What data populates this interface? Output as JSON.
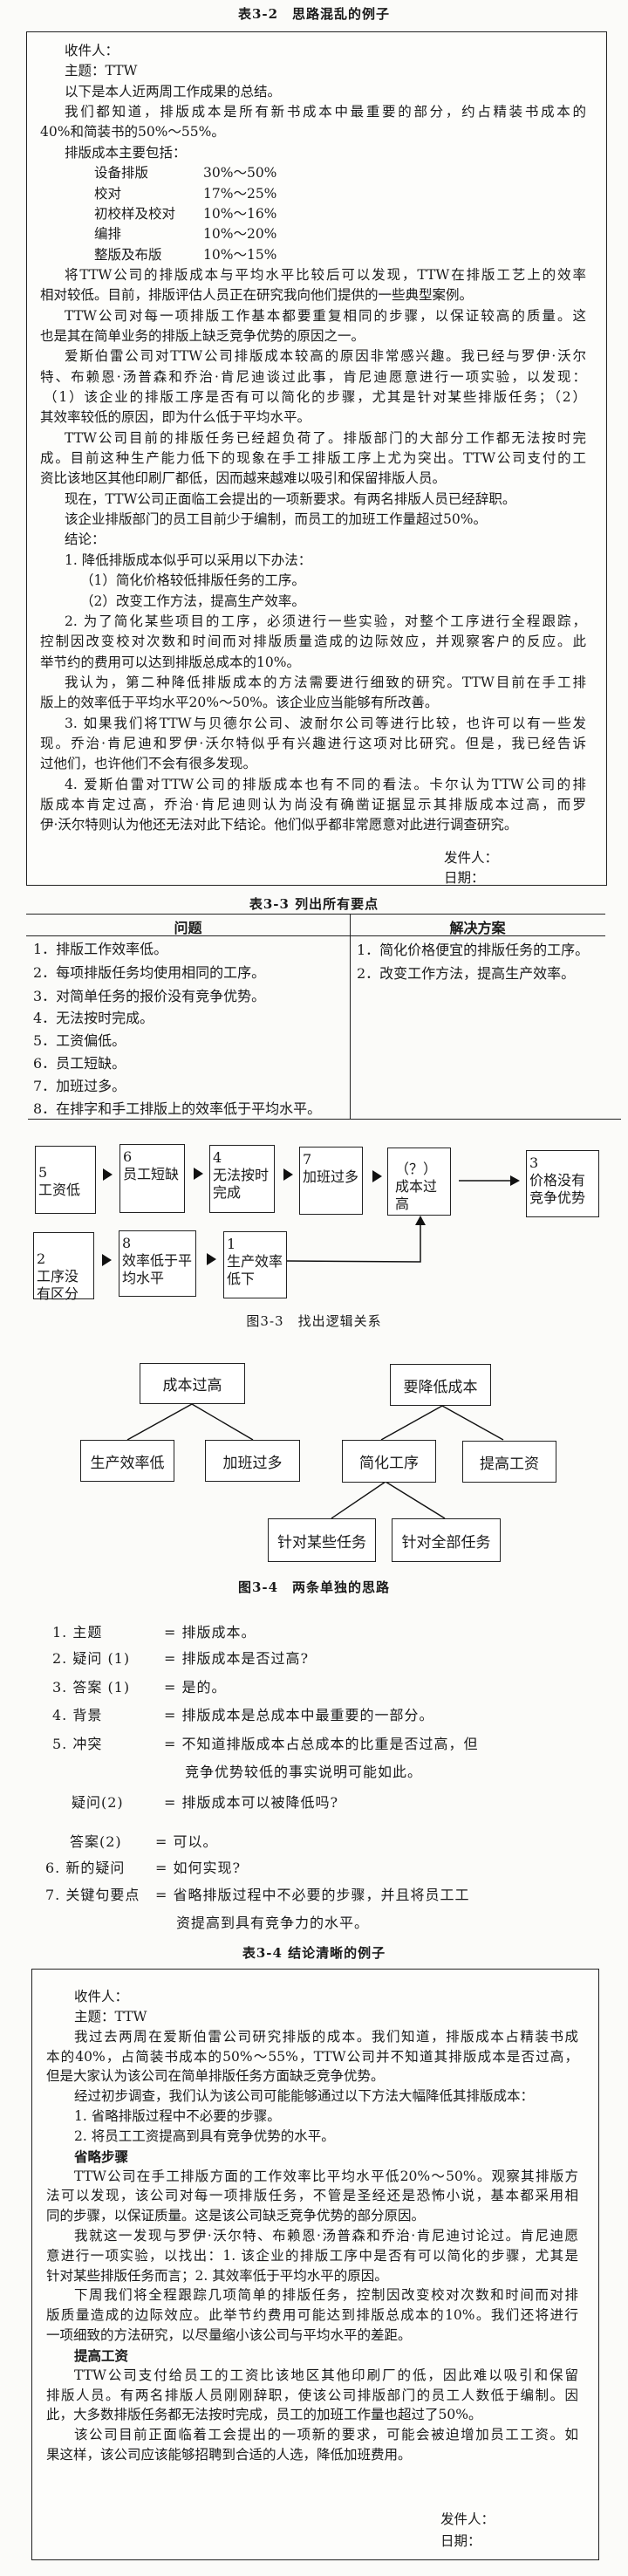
{
  "table_3_2": {
    "caption": "表3-2　思路混乱的例子",
    "lines": [
      "收件人：",
      "主题：TTW",
      "以下是本人近两周工作成果的总结。",
      "我们都知道，排版成本是所有新书成本中最重要的部分，约占精装书成本的",
      "40%和简装书的50%～55%。",
      "排版成本主要包括：",
      "",
      "",
      "",
      "",
      "",
      "将TTW公司的排版成本与平均水平比较后可以发现，TTW在排版工艺上的效率",
      "相对较低。目前，排版评估人员正在研究我向他们提供的一些典型案例。",
      "TTW公司对每一项排版工作基本都要重复相同的步骤，以保证较高的质量。这",
      "也是其在简单业务的排版上缺乏竞争优势的原因之一。",
      "爱斯伯雷公司对TTW公司排版成本较高的原因非常感兴趣。我已经与罗伊·沃尔",
      "特、布赖恩·汤普森和乔治·肯尼迪谈过此事，肯尼迪愿意进行一项实验，以发现：",
      "（1）该企业的排版工序是否有可以简化的步骤，尤其是针对某些排版任务；（2）",
      "其效率较低的原因，即为什么低于平均水平。",
      "TTW公司目前的排版任务已经超负荷了。排版部门的大部分工作都无法按时完",
      "成。目前这种生产能力低下的现象在手工排版工序上尤为突出。TTW公司支付的工",
      "资比该地区其他印刷厂都低，因而越来越难以吸引和保留排版人员。",
      "现在，TTW公司正面临工会提出的一项新要求。有两名排版人员已经辞职。",
      "该企业排版部门的员工目前少于编制，而员工的加班工作量超过50%。",
      "结论：",
      "1. 降低排版成本似乎可以采用以下办法：",
      "（1）简化价格较低排版任务的工序。",
      "（2）改变工作方法，提高生产效率。",
      "2. 为了简化某些项目的工序，必须进行一些实验，对整个工序进行全程跟踪，",
      "控制因改变校对次数和时间而对排版质量造成的边际效应，并观察客户的反应。此",
      "举节约的费用可以达到排版总成本的10%。",
      "我认为，第二种降低排版成本的方法需要进行细致的研究。TTW目前在手工排",
      "版上的效率低于平均水平20%～50%。该企业应当能够有所改善。",
      "3. 如果我们将TTW与贝德尔公司、波耐尔公司等进行比较，也许可以有一些发",
      "现。乔治·肯尼迪和罗伊·沃尔特似乎有兴趣进行这项对比研究。但是，我已经告诉",
      "过他们，也许他们不会有很多发现。",
      "4. 爱斯伯雷对TTW公司的排版成本也有不同的看法。卡尔认为TTW公司的排",
      "版成本肯定过高，乔治·肯尼迪则认为尚没有确凿证据显示其排版成本过高，而罗",
      "伊·沃尔特则认为他还无法对此下结论。他们似乎都非常愿意对此进行调查研究。"
    ],
    "cost_items": [
      {
        "name": "设备排版",
        "range": "30%～50%"
      },
      {
        "name": "校对",
        "range": "17%～25%"
      },
      {
        "name": "初校样及校对",
        "range": "10%～16%"
      },
      {
        "name": "编排",
        "range": "10%～20%"
      },
      {
        "name": "整版及布版",
        "range": "10%～15%"
      }
    ],
    "sender": "发件人：",
    "date": "日期："
  },
  "table_3_3": {
    "caption": "表3-3 列出所有要点",
    "headers": [
      "问题",
      "解决方案"
    ],
    "problems": [
      "1．排版工作效率低。",
      "2．每项排版任务均使用相同的工序。",
      "3．对简单任务的报价没有竞争优势。",
      "4．无法按时完成。",
      "5．工资偏低。",
      "6．员工短缺。",
      "7．加班过多。",
      "8．在排字和手工排版上的效率低于平均水平。"
    ],
    "solutions": [
      "1．简化价格便宜的排版任务的工序。",
      "2．改变工作方法，提高生产效率。"
    ]
  },
  "figure_3_3": {
    "caption": "图3-3　找出逻辑关系",
    "nodes": [
      {
        "num": "5",
        "text": "工资低"
      },
      {
        "num": "6",
        "text": "员工短缺"
      },
      {
        "num": "4",
        "text": "无法按时完成"
      },
      {
        "num": "7",
        "text": "加班过多"
      },
      {
        "num": "（？）",
        "text": "成本过高"
      },
      {
        "num": "3",
        "text": "价格没有竞争优势"
      },
      {
        "num": "2",
        "text": "工序没有区分"
      },
      {
        "num": "8",
        "text": "效率低于平均水平"
      },
      {
        "num": "1",
        "text": "生产效率低下"
      }
    ]
  },
  "figure_3_4": {
    "caption": "图3-4　两条单独的思路",
    "nodes": [
      "成本过高",
      "生产效率低",
      "加班过多",
      "要降低成本",
      "简化工序",
      "提高工资",
      "针对某些任务",
      "针对全部任务"
    ]
  },
  "outline": [
    {
      "label": "1. 主题",
      "value": [
        "= 排版成本。"
      ]
    },
    {
      "label": "2. 疑问 (1)",
      "value": [
        "= 排版成本是否过高?"
      ]
    },
    {
      "label": "3. 答案 (1)",
      "value": [
        "= 是的。"
      ]
    },
    {
      "label": "4. 背景",
      "value": [
        "= 排版成本是总成本中最重要的一部分。"
      ]
    },
    {
      "label": "5. 冲突",
      "value": [
        "= 不知道排版成本占总成本的比重是否过高，但",
        "竞争优势较低的事实说明可能如此。"
      ]
    },
    {
      "label": "疑问(2)",
      "value": [
        "= 排版成本可以被降低吗?"
      ]
    },
    {
      "label": "答案(2)",
      "value": [
        "= 可以。"
      ]
    },
    {
      "label": "6. 新的疑问",
      "value": [
        "= 如何实现?"
      ]
    },
    {
      "label": "7. 关键句要点",
      "value": [
        "= 省略排版过程中不必要的步骤，并且将员工工",
        "资提高到具有竞争力的水平。"
      ]
    }
  ],
  "table_3_4": {
    "caption": "表3-4 结论清晰的例子",
    "lines": [
      "收件人：",
      "主题：TTW",
      "我过去两周在爱斯伯雷公司研究排版的成本。我们知道，排版成本占精装书成",
      "本的40%，占简装书成本的50%～55%，TTW公司并不知道其排版成本是否过高，",
      "但是大家认为该公司在简单排版任务方面缺乏竞争优势。",
      "经过初步调查，我们认为该公司可能能够通过以下方法大幅降低其排版成本：",
      "1. 省略排版过程中不必要的步骤。",
      "2. 将员工工资提高到具有竞争优势的水平。",
      "省略步骤",
      "TTW公司在手工排版方面的工作效率比平均水平低20%～50%。观察其排版方",
      "法可以发现，该公司对每一项排版任务，不管是圣经还是恐怖小说，基本都采用相",
      "同的步骤，以保证质量。这是该公司缺乏竞争优势的部分原因。",
      "我就这一发现与罗伊·沃尔特、布赖恩·汤普森和乔治·肯尼迪讨论过。肯尼迪愿",
      "意进行一项实验，以找出：1. 该企业的排版工序中是否有可以简化的步骤，尤其是",
      "针对某些排版任务而言；2. 其效率低于平均水平的原因。",
      "下周我们将全程跟踪几项简单的排版任务，控制因改变校对次数和时间而对排",
      "版质量造成的边际效应。此举节约费用可能达到排版总成本的10%。我们还将进行",
      "一项细致的方法研究，以尽量缩小该公司与平均水平的差距。",
      "提高工资",
      "TTW公司支付给员工的工资比该地区其他印刷厂的低，因此难以吸引和保留",
      "排版人员。有两名排版人员刚刚辞职，使该公司排版部门的员工人数低于编制。因",
      "此，大多数排版任务都无法按时完成，员工的加班工作量也超过了50%。",
      "该公司目前正面临着工会提出的一项新的要求，可能会被迫增加员工工资。如",
      "果这样，该公司应该能够招聘到合适的人选，降低加班费用。"
    ],
    "sender": "发件人：",
    "date": "日期："
  }
}
